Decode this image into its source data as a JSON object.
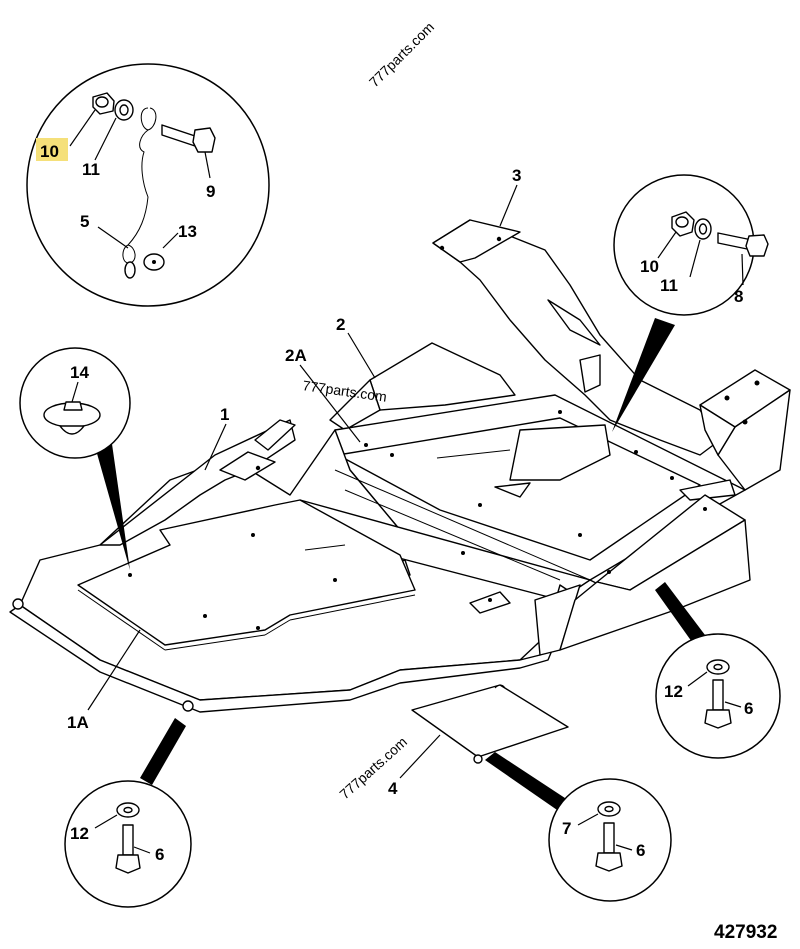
{
  "diagram_number": "427932",
  "watermarks": [
    "777parts.com",
    "777parts.com",
    "777parts.com"
  ],
  "highlight_color": "#f5e07a",
  "labels": {
    "p1": "1",
    "p1A": "1A",
    "p2": "2",
    "p2A": "2A",
    "p3": "3",
    "p4": "4",
    "c_top_left": {
      "a": "10",
      "b": "11",
      "c": "9",
      "d": "5",
      "e": "13"
    },
    "c_top_right": {
      "a": "10",
      "b": "11",
      "c": "8"
    },
    "c_left": {
      "a": "14"
    },
    "c_bottom_left": {
      "a": "12",
      "b": "6"
    },
    "c_bottom_mid": {
      "a": "7",
      "b": "6"
    },
    "c_right": {
      "a": "12",
      "b": "6"
    }
  }
}
